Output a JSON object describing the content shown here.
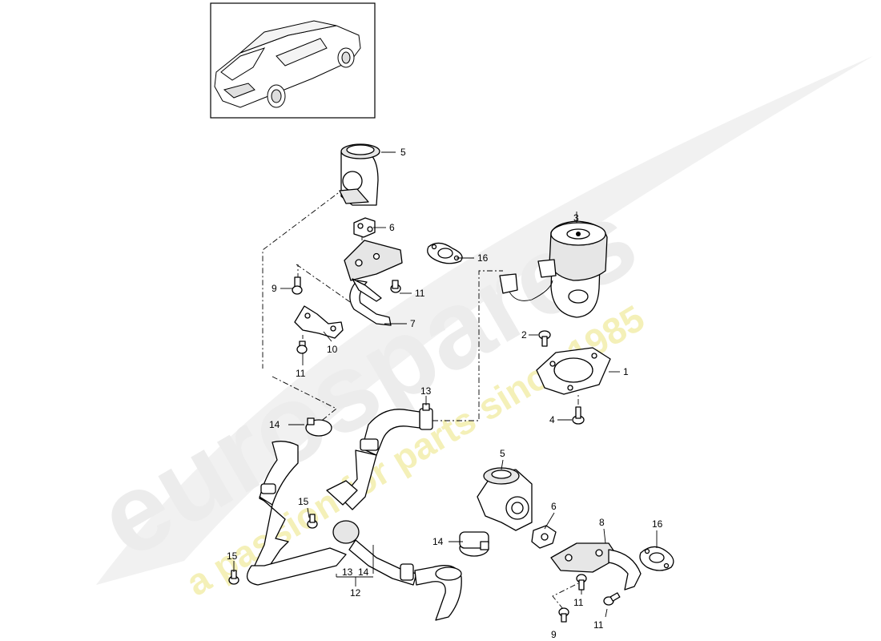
{
  "watermark": {
    "brand": "eurospares",
    "tagline": "a passion for parts since 1985",
    "brand_color": "#ececec",
    "tagline_color": "#f4f0b8"
  },
  "callouts": {
    "c1": "1",
    "c2": "2",
    "c3": "3",
    "c4": "4",
    "c5a": "5",
    "c5b": "5",
    "c6a": "6",
    "c6b": "6",
    "c7": "7",
    "c8": "8",
    "c9a": "9",
    "c9b": "9",
    "c10": "10",
    "c11a": "11",
    "c11b": "11",
    "c11c": "11",
    "c11d": "11",
    "c12": "12",
    "c13a": "13",
    "c13b": "13",
    "c14a": "14",
    "c14b": "14",
    "c14c": "14",
    "c15a": "15",
    "c15b": "15",
    "c16a": "16",
    "c16b": "16"
  }
}
